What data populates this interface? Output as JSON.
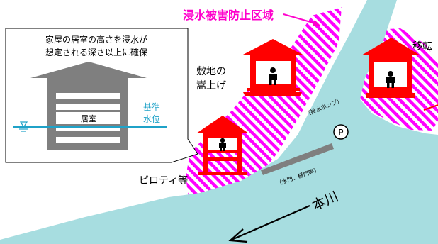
{
  "zone_label": "浸水被害防止区域",
  "callout": {
    "line1": "家屋の居室の高さを浸水が",
    "line2": "想定される深さ以上に確保",
    "room_label": "居室",
    "reference_line1": "基準",
    "reference_line2": "水位"
  },
  "labels": {
    "raised_ground_line1": "敷地の",
    "raised_ground_line2": "嵩上げ",
    "piloti": "ピロティ等",
    "relocation": "移転",
    "pump": "（排水ポンプ）",
    "pump_symbol": "P",
    "gate": "（水門、樋門等）",
    "main_river": "本川"
  },
  "colors": {
    "zone_hatch": "#ff00ff",
    "zone_text": "#ff00cc",
    "river": "#a7dde0",
    "house": "#ff0000",
    "water_line": "#1fa2c8",
    "building_gray": "#7f7f7f"
  }
}
